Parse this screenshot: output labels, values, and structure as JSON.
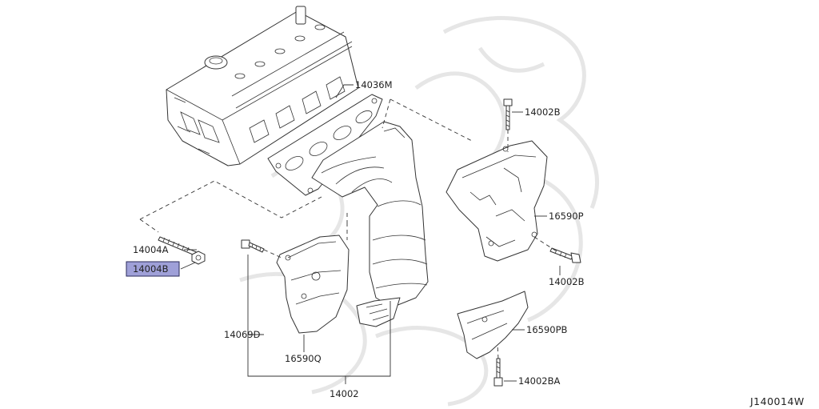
{
  "diagram_code": "J140014W",
  "labels": {
    "p14036M": "14036M",
    "p14002B_top": "14002B",
    "p16590P": "16590P",
    "p14002B_bottom": "14002B",
    "p16590PB": "16590PB",
    "p14002BA": "14002BA",
    "p14004A": "14004A",
    "p14004B": "14004B",
    "p14069D": "14069D",
    "p16590Q": "16590Q",
    "p14002": "14002"
  },
  "colors": {
    "highlight_fill": "#9fa0d8",
    "highlight_border": "#2a2a5a",
    "line": "#333333",
    "watermark": "#e6e6e6"
  }
}
